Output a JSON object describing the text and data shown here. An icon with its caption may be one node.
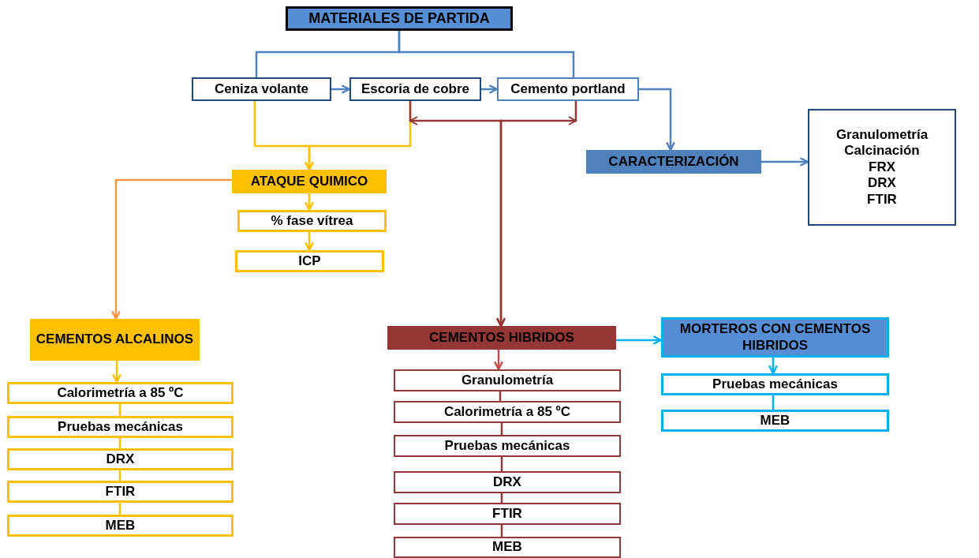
{
  "diagram": {
    "nodes": [
      {
        "text": [
          "MATERIALES DE PARTIDA"
        ]
      },
      {
        "text": [
          "Ceniza volante"
        ]
      },
      {
        "text": [
          "Escoria de cobre"
        ]
      },
      {
        "text": [
          "Cemento portland"
        ]
      },
      {
        "text": [
          "CARACTERIZACIÓN"
        ]
      },
      {
        "text": [
          "Granulometría",
          "Calcinación",
          "FRX",
          "DRX",
          "FTIR"
        ]
      },
      {
        "text": [
          "ATAQUE QUIMICO"
        ]
      },
      {
        "text": [
          "% fase vítrea"
        ]
      },
      {
        "text": [
          "ICP"
        ]
      },
      {
        "text": [
          "CEMENTOS ALCALINOS"
        ]
      },
      {
        "text": [
          "Calorimetría a 85 ºC"
        ]
      },
      {
        "text": [
          "Pruebas mecánicas"
        ]
      },
      {
        "text": [
          "DRX"
        ]
      },
      {
        "text": [
          "FTIR"
        ]
      },
      {
        "text": [
          "MEB"
        ]
      },
      {
        "text": [
          "CEMENTOS HIBRIDOS"
        ]
      },
      {
        "text": [
          "Granulometría"
        ]
      },
      {
        "text": [
          "Calorimetría a 85 ºC"
        ]
      },
      {
        "text": [
          "Pruebas mecánicas"
        ]
      },
      {
        "text": [
          "DRX"
        ]
      },
      {
        "text": [
          "FTIR"
        ]
      },
      {
        "text": [
          "MEB"
        ]
      },
      {
        "text": [
          "MORTEROS CON CEMENTOS HIBRIDOS"
        ]
      },
      {
        "text": [
          "Pruebas mecánicas"
        ]
      },
      {
        "text": [
          "MEB"
        ]
      }
    ],
    "edges": [
      {
        "from": 0,
        "to": 1,
        "arrow": "none",
        "color": "#4f81bd"
      },
      {
        "from": 0,
        "to": 3,
        "arrow": "none",
        "color": "#4f81bd"
      },
      {
        "from": 1,
        "to": 2,
        "arrow": "to",
        "color": "#4f81bd"
      },
      {
        "from": 2,
        "to": 3,
        "arrow": "to",
        "color": "#4f81bd"
      },
      {
        "from": 3,
        "to": 4,
        "arrow": "to",
        "color": "#4f81bd"
      },
      {
        "from": 4,
        "to": 5,
        "arrow": "to",
        "color": "#4f81bd"
      },
      {
        "from": 1,
        "to": 6,
        "arrow": "to",
        "color": "#ffc000"
      },
      {
        "from": 2,
        "to": 6,
        "arrow": "to",
        "color": "#ffc000"
      },
      {
        "from": 2,
        "to": 15,
        "arrow": "to",
        "color": "#953735"
      },
      {
        "from": 3,
        "to": 15,
        "arrow": "to",
        "color": "#953735"
      },
      {
        "from": 6,
        "to": 9,
        "arrow": "to",
        "color": "#f79646"
      },
      {
        "from": 6,
        "to": 7,
        "arrow": "to",
        "color": "#ffc000"
      },
      {
        "from": 7,
        "to": 8,
        "arrow": "to",
        "color": "#ffc000"
      },
      {
        "from": 9,
        "to": 10,
        "arrow": "to",
        "color": "#ffc000"
      },
      {
        "from": 10,
        "to": 11,
        "arrow": "none",
        "color": "#ffc000"
      },
      {
        "from": 11,
        "to": 12,
        "arrow": "none",
        "color": "#ffc000"
      },
      {
        "from": 12,
        "to": 13,
        "arrow": "none",
        "color": "#ffc000"
      },
      {
        "from": 13,
        "to": 14,
        "arrow": "none",
        "color": "#ffc000"
      },
      {
        "from": 15,
        "to": 16,
        "arrow": "to",
        "color": "#c0504d"
      },
      {
        "from": 16,
        "to": 17,
        "arrow": "none",
        "color": "#953735"
      },
      {
        "from": 17,
        "to": 18,
        "arrow": "none",
        "color": "#953735"
      },
      {
        "from": 18,
        "to": 19,
        "arrow": "none",
        "color": "#953735"
      },
      {
        "from": 19,
        "to": 20,
        "arrow": "none",
        "color": "#953735"
      },
      {
        "from": 20,
        "to": 21,
        "arrow": "none",
        "color": "#953735"
      },
      {
        "from": 15,
        "to": 22,
        "arrow": "to",
        "color": "#00b0f0"
      },
      {
        "from": 22,
        "to": 23,
        "arrow": "to",
        "color": "#00b0f0"
      },
      {
        "from": 23,
        "to": 24,
        "arrow": "none",
        "color": "#00b0f0"
      }
    ]
  }
}
